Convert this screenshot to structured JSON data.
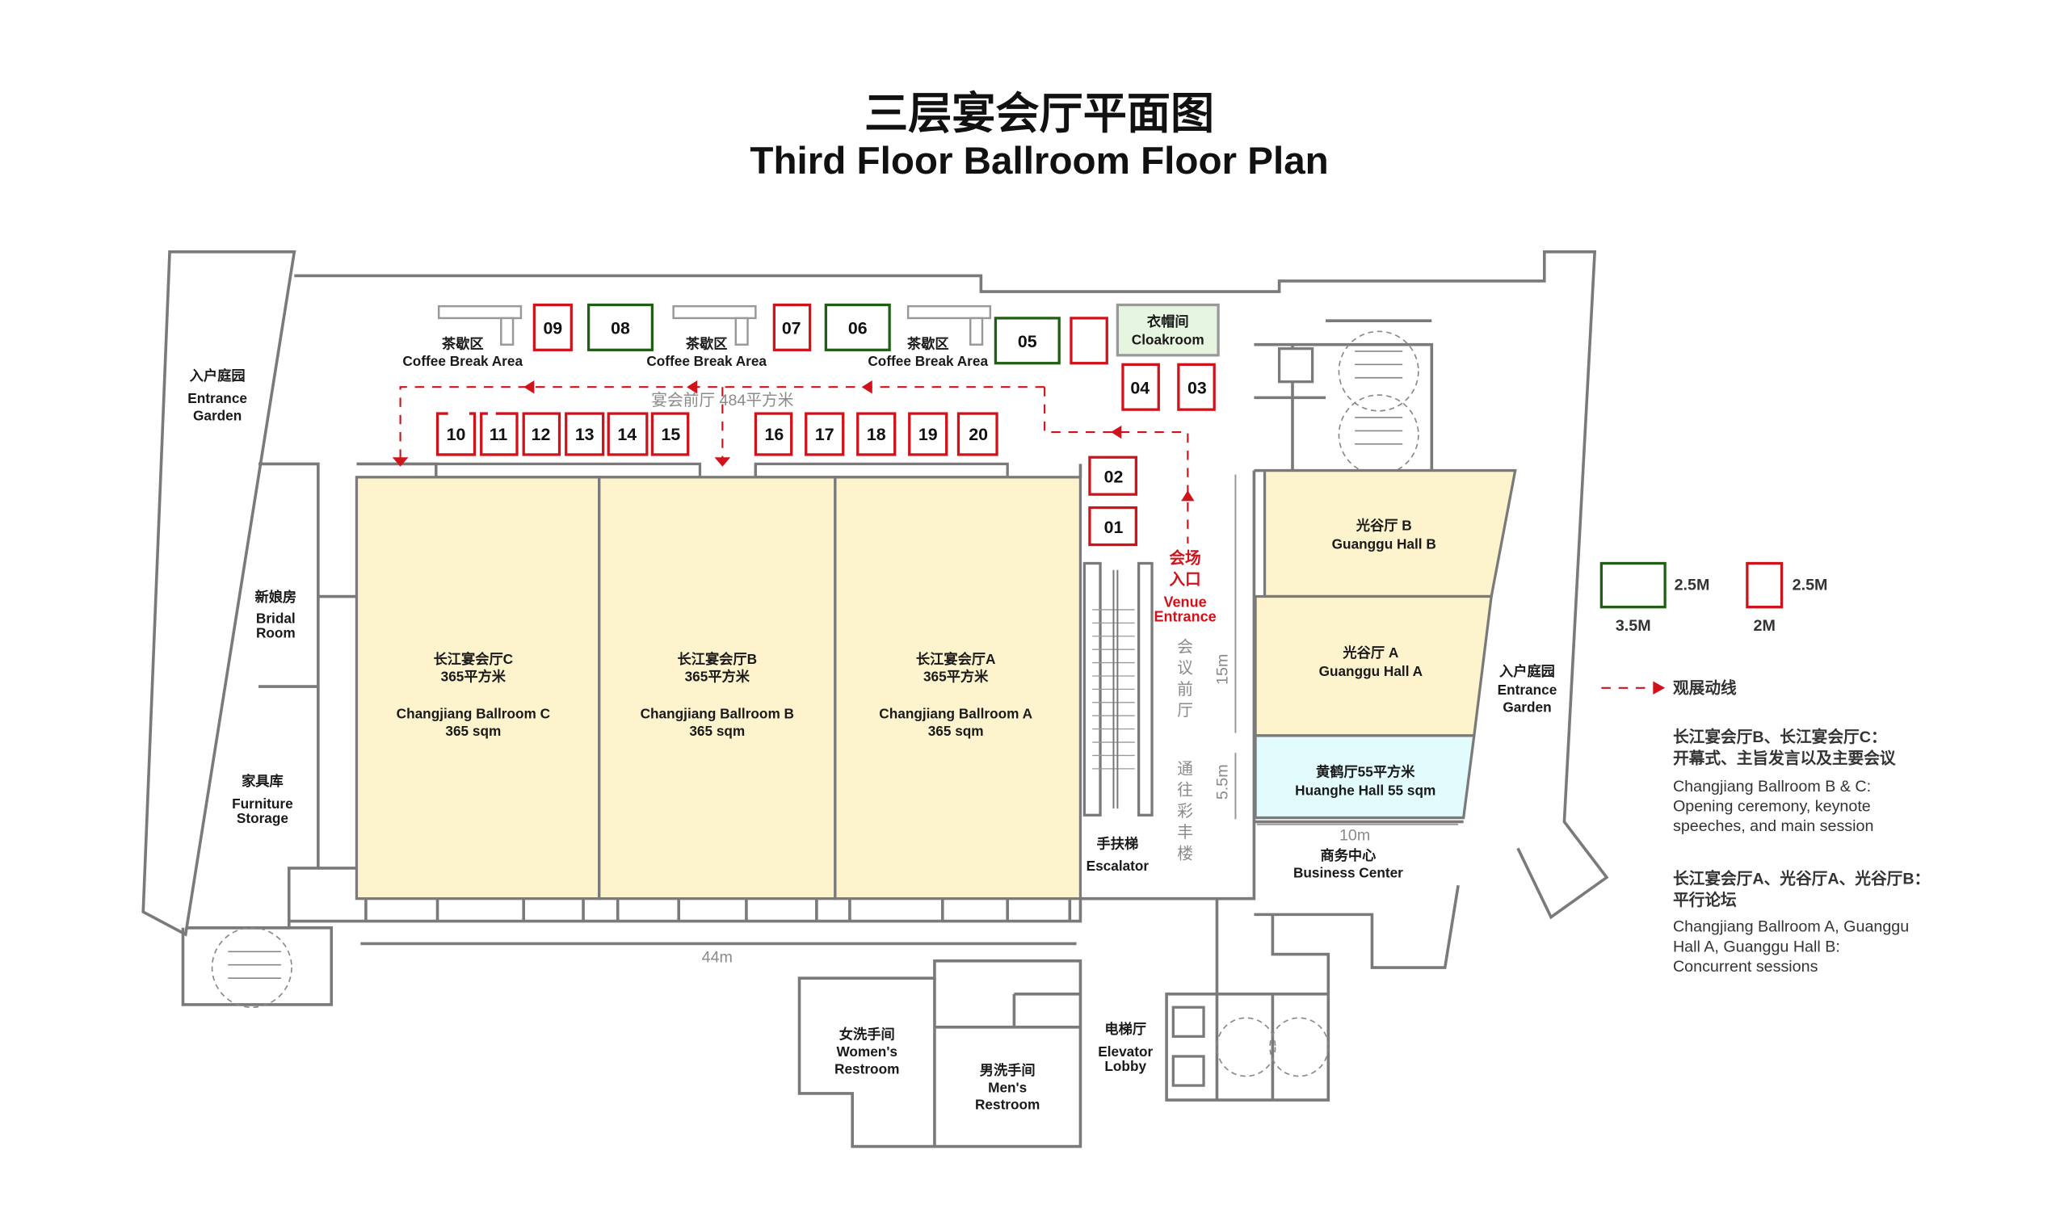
{
  "title": {
    "zh": "三层宴会厅平面图",
    "en": "Third Floor Ballroom Floor Plan"
  },
  "colors": {
    "booth_red": "#d0121b",
    "booth_green": "#1f5e14",
    "ballroom_fill": "#fdf3cc",
    "huanghe_fill": "#e2fbfd",
    "cloakroom_fill": "#e6f5e0",
    "route": "#d0121b"
  },
  "rooms": {
    "ballroom_c": {
      "zh": "长江宴会厅C",
      "zh_area": "365平方米",
      "en": "Changjiang Ballroom C",
      "en_area": "365 sqm"
    },
    "ballroom_b": {
      "zh": "长江宴会厅B",
      "zh_area": "365平方米",
      "en": "Changjiang Ballroom B",
      "en_area": "365 sqm"
    },
    "ballroom_a": {
      "zh": "长江宴会厅A",
      "zh_area": "365平方米",
      "en": "Changjiang Ballroom A",
      "en_area": "365 sqm"
    },
    "guanggu_b": {
      "zh": "光谷厅 B",
      "en": "Guanggu Hall B"
    },
    "guanggu_a": {
      "zh": "光谷厅 A",
      "en": "Guanggu Hall A"
    },
    "huanghe": {
      "zh": "黄鹤厅55平方米",
      "en": "Huanghe Hall 55 sqm"
    },
    "cloakroom": {
      "zh": "衣帽间",
      "en": "Cloakroom"
    },
    "entrance_garden_left": {
      "zh": "入户庭园",
      "en1": "Entrance",
      "en2": "Garden"
    },
    "entrance_garden_right": {
      "zh": "入户庭园",
      "en1": "Entrance",
      "en2": "Garden"
    },
    "bridal": {
      "zh": "新娘房",
      "en1": "Bridal",
      "en2": "Room"
    },
    "furniture": {
      "zh": "家具库",
      "en1": "Furniture",
      "en2": "Storage"
    },
    "coffee": {
      "zh": "茶歇区",
      "en": "Coffee Break Area"
    },
    "escalator": {
      "zh": "手扶梯",
      "en": "Escalator"
    },
    "business": {
      "zh": "商务中心",
      "en": "Business Center"
    },
    "elevator": {
      "zh": "电梯厅",
      "en1": "Elevator",
      "en2": "Lobby"
    },
    "women": {
      "zh": "女洗手间",
      "en1": "Women's",
      "en2": "Restroom"
    },
    "men": {
      "zh": "男洗手间",
      "en1": "Men's",
      "en2": "Restroom"
    },
    "foyer": "宴会前厅  484平方米",
    "meeting_foyer": [
      "会",
      "议",
      "前",
      "厅"
    ],
    "to_caifeng": [
      "通",
      "往",
      "彩",
      "丰",
      "楼"
    ],
    "venue_entrance": {
      "zh1": "会场",
      "zh2": "入口",
      "en1": "Venue",
      "en2": "Entrance"
    }
  },
  "dimensions": {
    "width_44": "44m",
    "dim_15": "15m",
    "dim_5_5": "5.5m",
    "dim_10": "10m"
  },
  "booths": {
    "b01": "01",
    "b02": "02",
    "b03": "03",
    "b04": "04",
    "b05": "05",
    "b06": "06",
    "b07": "07",
    "b08": "08",
    "b09": "09",
    "b10": "10",
    "b11": "11",
    "b12": "12",
    "b13": "13",
    "b14": "14",
    "b15": "15",
    "b16": "16",
    "b17": "17",
    "b18": "18",
    "b19": "19",
    "b20": "20"
  },
  "legend": {
    "green_h": "2.5M",
    "green_w": "3.5M",
    "red_h": "2.5M",
    "red_w": "2M",
    "route": "观展动线",
    "note1_zh1": "长江宴会厅B、长江宴会厅C：",
    "note1_zh2": "开幕式、主旨发言以及主要会议",
    "note1_en1": "Changjiang Ballroom B & C:",
    "note1_en2": "Opening   ceremony,   keynote",
    "note1_en3": "speeches, and main session",
    "note2_zh1": "长江宴会厅A、光谷厅A、光谷厅B：",
    "note2_zh2": "平行论坛",
    "note2_en1": "Changjiang Ballroom A, Guanggu",
    "note2_en2": "Hall A, Guanggu Hall B:",
    "note2_en3": "Concurrent sessions"
  }
}
